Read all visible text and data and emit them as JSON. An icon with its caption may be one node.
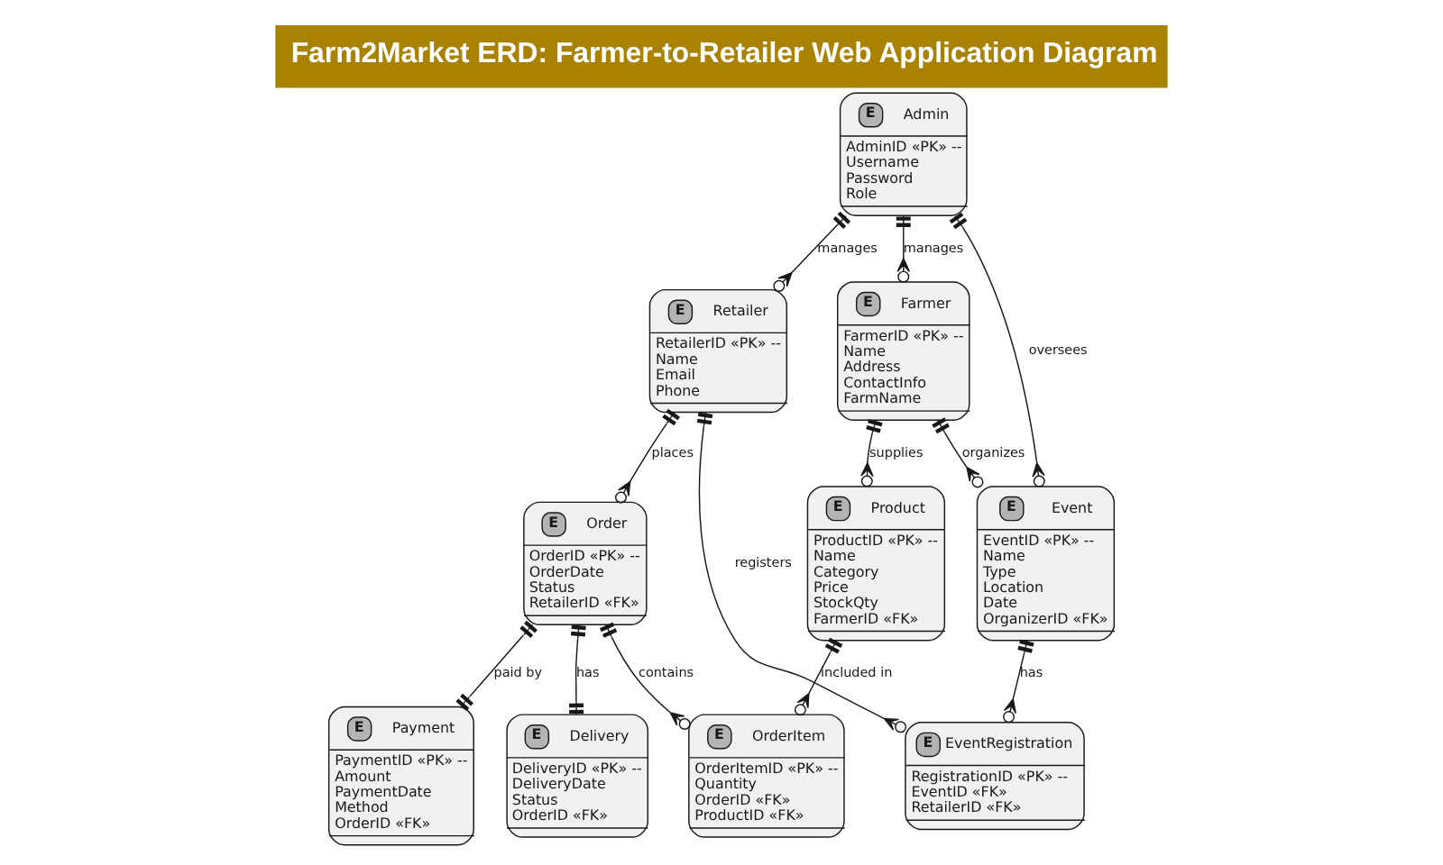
{
  "diagram": {
    "title": "Farm2Market ERD: Farmer-to-Retailer Web Application Diagram",
    "nodes": [
      {
        "text": [
          "E",
          "Admin",
          "AdminID «PK» --",
          "Username",
          "Password",
          "Role"
        ]
      },
      {
        "text": [
          "E",
          "Retailer",
          "RetailerID «PK» --",
          "Name",
          "Email",
          "Phone"
        ]
      },
      {
        "text": [
          "E",
          "Farmer",
          "FarmerID «PK» --",
          "Name",
          "Address",
          "ContactInfo",
          "FarmName"
        ]
      },
      {
        "text": [
          "E",
          "Order",
          "OrderID «PK» --",
          "OrderDate",
          "Status",
          "RetailerID «FK»"
        ]
      },
      {
        "text": [
          "E",
          "Product",
          "ProductID «PK» --",
          "Name",
          "Category",
          "Price",
          "StockQty",
          "FarmerID «FK»"
        ]
      },
      {
        "text": [
          "E",
          "Event",
          "EventID «PK» --",
          "Name",
          "Type",
          "Location",
          "Date",
          "OrganizerID «FK»"
        ]
      },
      {
        "text": [
          "E",
          "Payment",
          "PaymentID «PK» --",
          "Amount",
          "PaymentDate",
          "Method",
          "OrderID «FK»"
        ]
      },
      {
        "text": [
          "E",
          "Delivery",
          "DeliveryID «PK» --",
          "DeliveryDate",
          "Status",
          "OrderID «FK»"
        ]
      },
      {
        "text": [
          "E",
          "OrderItem",
          "OrderItemID «PK» --",
          "Quantity",
          "OrderID «FK»",
          "ProductID «FK»"
        ]
      },
      {
        "text": [
          "E",
          "EventRegistration",
          "RegistrationID «PK» --",
          "EventID «FK»",
          "RetailerID «FK»"
        ]
      }
    ],
    "edges": [
      {
        "from": 0,
        "to": 1,
        "arrow": "other",
        "label": "manages"
      },
      {
        "from": 0,
        "to": 2,
        "arrow": "other",
        "label": "manages"
      },
      {
        "from": 0,
        "to": 5,
        "arrow": "other",
        "label": "oversees"
      },
      {
        "from": 1,
        "to": 3,
        "arrow": "other",
        "label": "places"
      },
      {
        "from": 2,
        "to": 4,
        "arrow": "other",
        "label": "supplies"
      },
      {
        "from": 2,
        "to": 5,
        "arrow": "other",
        "label": "organizes"
      },
      {
        "from": 1,
        "to": 9,
        "arrow": "other",
        "label": "registers"
      },
      {
        "from": 3,
        "to": 6,
        "arrow": "other",
        "label": "paid by"
      },
      {
        "from": 3,
        "to": 7,
        "arrow": "other",
        "label": "has"
      },
      {
        "from": 3,
        "to": 8,
        "arrow": "other",
        "label": "contains"
      },
      {
        "from": 4,
        "to": 8,
        "arrow": "other",
        "label": "included in"
      },
      {
        "from": 5,
        "to": 9,
        "arrow": "other",
        "label": "has"
      }
    ]
  }
}
